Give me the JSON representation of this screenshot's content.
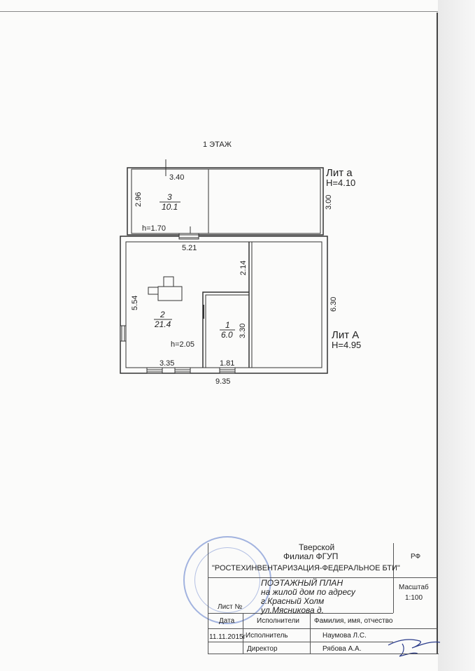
{
  "plan": {
    "floor_title": "1 ЭТАЖ",
    "lit_a": {
      "label": "Лит а",
      "height": "Н=4.10"
    },
    "lit_A": {
      "label": "Лит А",
      "height": "Н=4.95"
    },
    "dimensions": {
      "d_340": "3.40",
      "d_296": "2.96",
      "d_300": "3.00",
      "d_h170": "h=1.70",
      "d_521": "5.21",
      "d_214": "2.14",
      "d_554": "5.54",
      "d_630": "6.30",
      "d_330": "3.30",
      "d_h205": "h=2.05",
      "d_335": "3.35",
      "d_181": "1.81",
      "d_935": "9.35"
    },
    "rooms": [
      {
        "number": "3",
        "area": "10.1"
      },
      {
        "number": "2",
        "area": "21.4"
      },
      {
        "number": "1",
        "area": "6.0"
      }
    ]
  },
  "stamp": {
    "org_line1": "Тверской",
    "org_line2": "Филиал ФГУП",
    "org_line3": "\"РОСТЕХИНВЕНТАРИЗАЦИЯ-ФЕДЕРАЛЬНОЕ БТИ\"",
    "rf": "РФ",
    "doc_title": "ПОЭТАЖНЫЙ ПЛАН",
    "doc_line2": "на жилой дом по адресу",
    "doc_line3": "г.Красный Холм",
    "doc_line4": "ул.Мясникова д.",
    "scale_label": "Масштаб",
    "scale_value": "1:100",
    "sheet_label": "Лист №",
    "date_label": "Дата",
    "executors_label": "Исполнители",
    "fio_label": "Фамилия, имя, отчество",
    "date_value": "11.11.2015г",
    "executor_role": "Исполнитель",
    "executor_name": "Наумова Л.С.",
    "director_role": "Директор",
    "director_name": "Рябова А.А."
  }
}
